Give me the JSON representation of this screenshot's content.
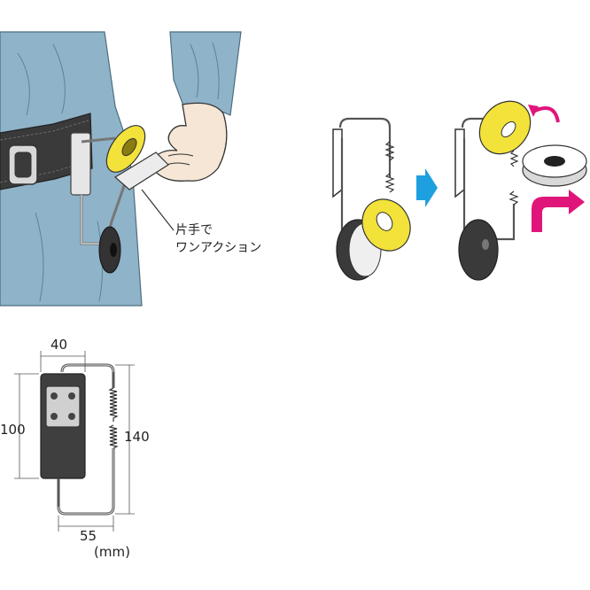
{
  "callout": {
    "line1": "片手で",
    "line2": "ワンアクション"
  },
  "dimensions": {
    "width_top": "40",
    "height_left": "100",
    "height_right": "140",
    "width_bottom": "55",
    "unit": "(mm)"
  },
  "colors": {
    "sleeve_blue": "#8fb3c8",
    "belt_dark": "#3a3a3a",
    "tape_yellow": "#f2e23a",
    "tape_black": "#333333",
    "arrow_blue": "#1ea0e0",
    "arrow_magenta": "#e0157a",
    "metal_gray": "#b8b8b8"
  }
}
